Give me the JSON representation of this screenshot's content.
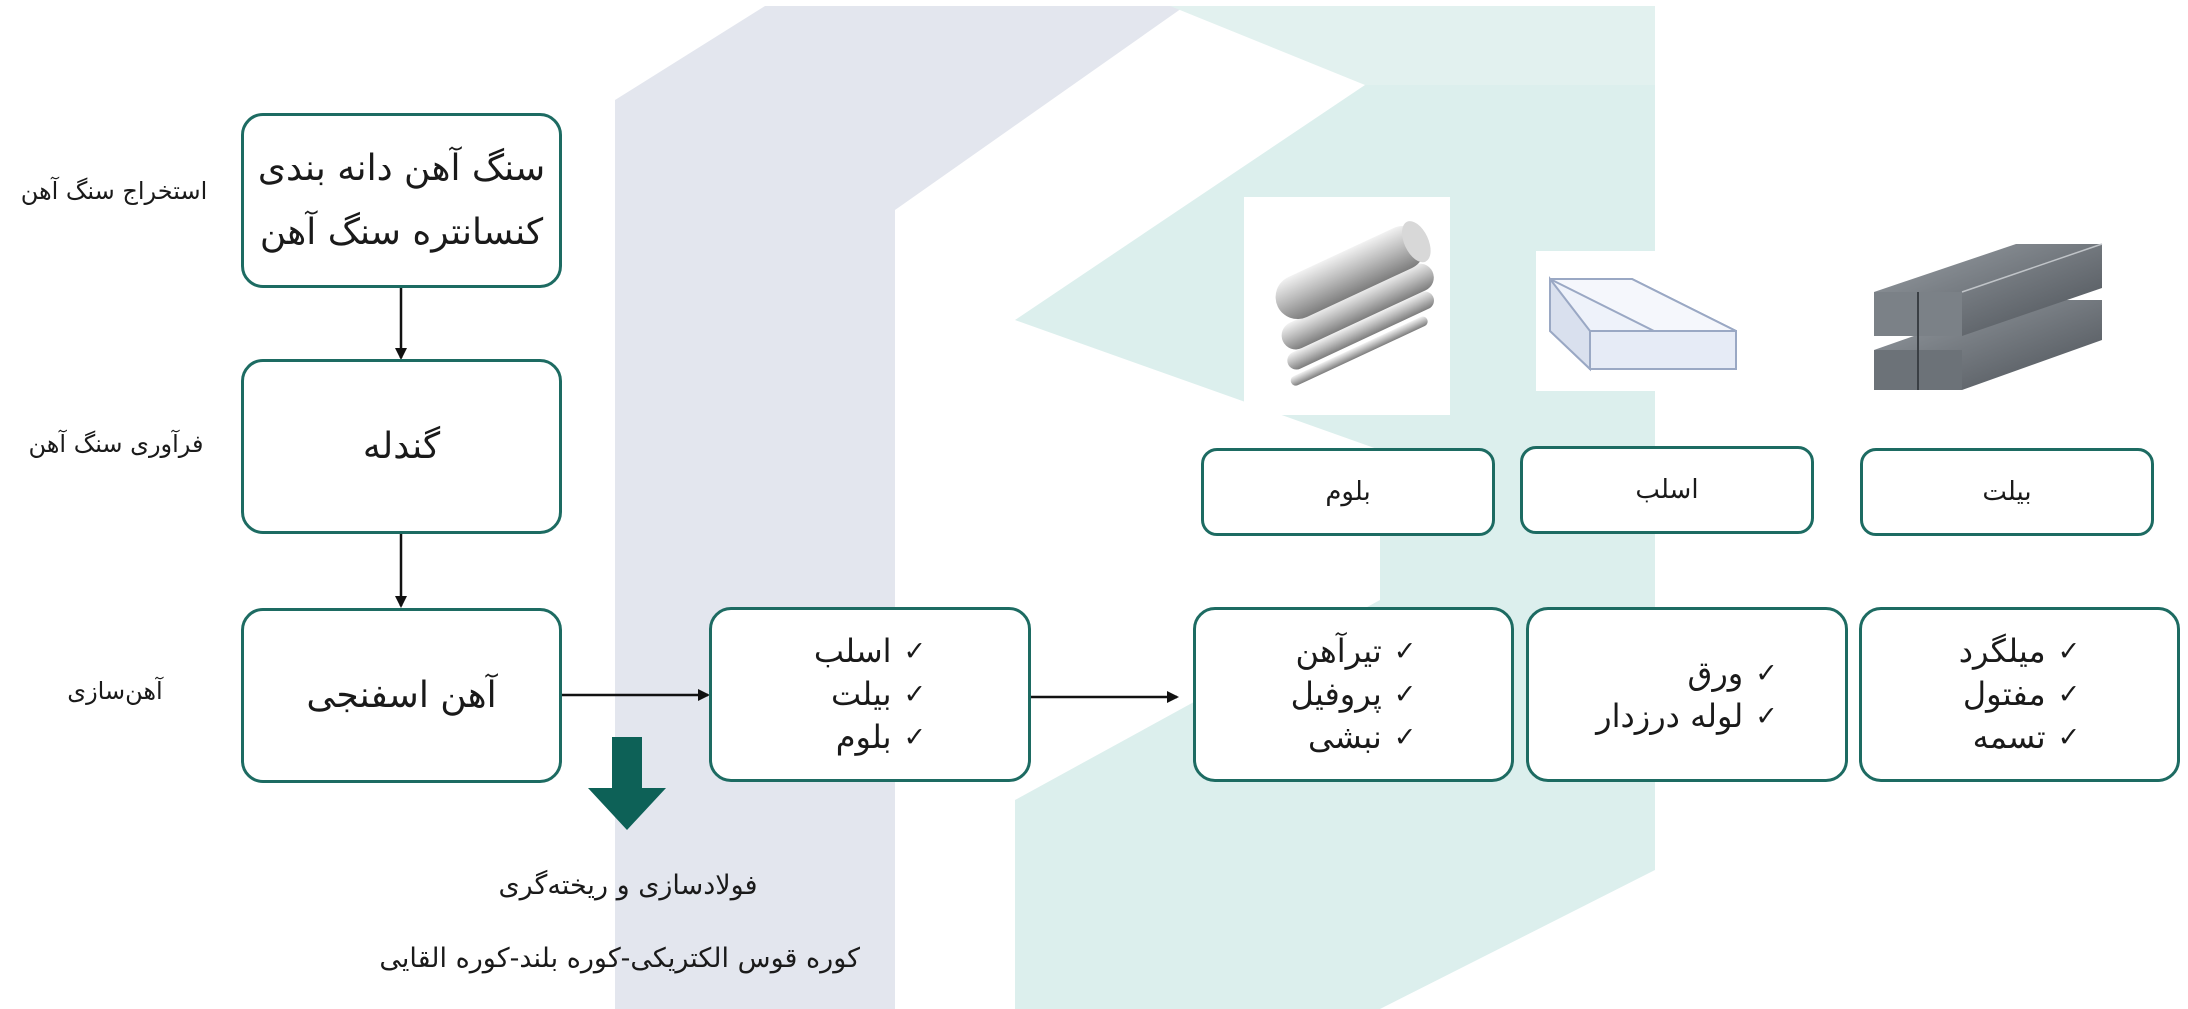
{
  "stages": {
    "mining": "استخراج سنگ آهن",
    "processing": "فرآوری سنگ آهن",
    "ironmaking": "آهن‌سازی"
  },
  "boxes": {
    "ore_line1": "سنگ آهن دانه بندی",
    "ore_line2": "کنسانتره سنگ آهن",
    "pellet": "گندله",
    "dri": "آهن اسفنجی"
  },
  "semi_products": [
    "اسلب",
    "بیلت",
    "بلوم"
  ],
  "product_labels": {
    "bloom": "بلوم",
    "slab": "اسلب",
    "billet": "بیلت"
  },
  "product_outputs": {
    "bloom": [
      "تیرآهن",
      "پروفیل",
      "نبشی"
    ],
    "slab": [
      "ورق",
      "لوله درزدار"
    ],
    "billet": [
      "میلگرد",
      "مفتول",
      "تسمه"
    ]
  },
  "check_symbol": "✓",
  "steelmaking": {
    "title": "فولادسازی و ریخته‌گری",
    "subtitle": "کوره قوس الکتریکی-کوره بلند-کوره القایی"
  },
  "colors": {
    "box_border": "#1d6b62",
    "down_arrow": "#0d6157",
    "watermark_gray": "#e3e6ee",
    "watermark_teal": "#dcefed"
  },
  "icons": {
    "bloom_photo": "round-steel-bars-image",
    "slab_photo": "steel-slab-image",
    "billet_photo": "steel-billets-image"
  }
}
